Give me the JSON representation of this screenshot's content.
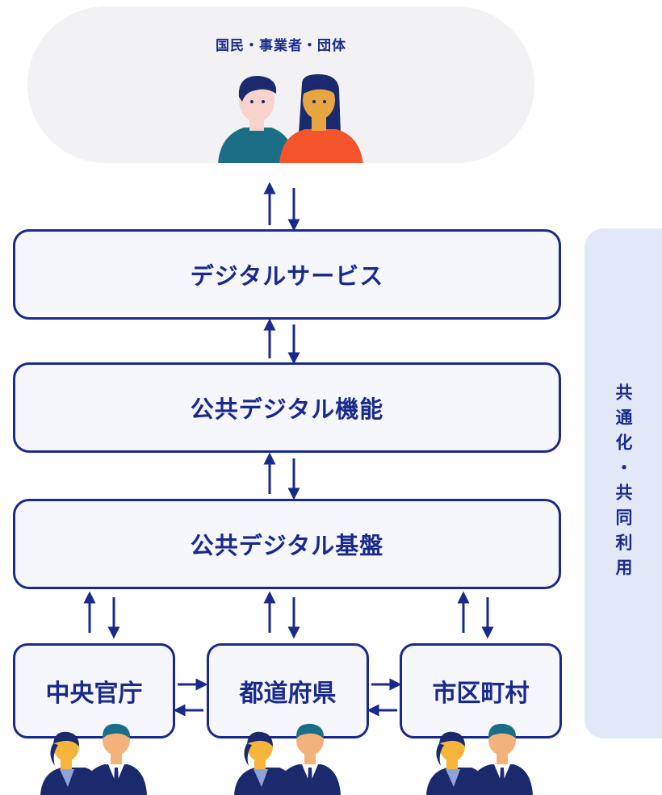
{
  "citizens": {
    "label": "国民・事業者・団体"
  },
  "layers": [
    {
      "label": "デジタルサービス"
    },
    {
      "label": "公共デジタル機能"
    },
    {
      "label": "公共デジタル基盤"
    }
  ],
  "organizations": [
    {
      "label": "中央官庁"
    },
    {
      "label": "都道府県"
    },
    {
      "label": "市区町村"
    }
  ],
  "side_panel": {
    "label": "共通化・共同利用"
  },
  "colors": {
    "primary": "#1a2a8c",
    "box_fill": "#f6f6fd",
    "cloud_fill": "#f2f2f4",
    "side_fill": "#e3e8f8",
    "teal": "#1a6e85",
    "orange": "#f4552b"
  }
}
